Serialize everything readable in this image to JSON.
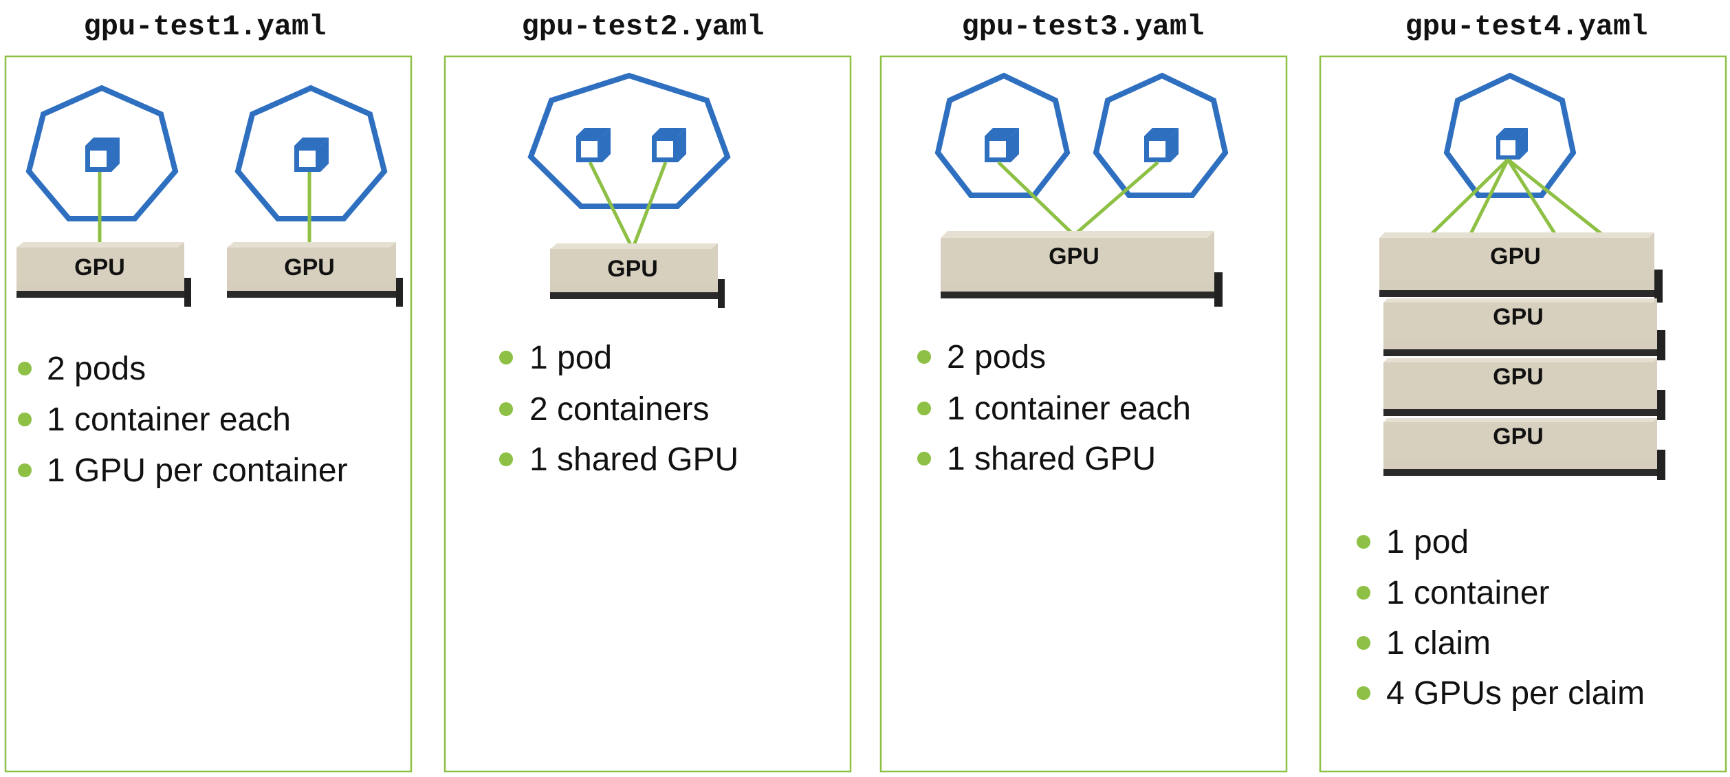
{
  "colors": {
    "panel_border": "#8DC044",
    "bullet": "#8DC044",
    "link": "#8DC044",
    "pod": "#2E6FC0",
    "gpu_body": "#D8D0BE",
    "gpu_top": "#E6E0D2",
    "gpu_stripe": "#2A2A2A",
    "text": "#111111"
  },
  "gpu_label": "GPU",
  "panels": [
    {
      "title": "gpu-test1.yaml",
      "bullets": [
        "2 pods",
        "1 container each",
        "1 GPU per container"
      ]
    },
    {
      "title": "gpu-test2.yaml",
      "bullets": [
        "1 pod",
        "2 containers",
        "1 shared GPU"
      ]
    },
    {
      "title": "gpu-test3.yaml",
      "bullets": [
        "2 pods",
        "1 container each",
        "1 shared GPU"
      ]
    },
    {
      "title": "gpu-test4.yaml",
      "bullets": [
        "1 pod",
        "1 container",
        "1 claim",
        "4 GPUs per claim"
      ]
    }
  ]
}
